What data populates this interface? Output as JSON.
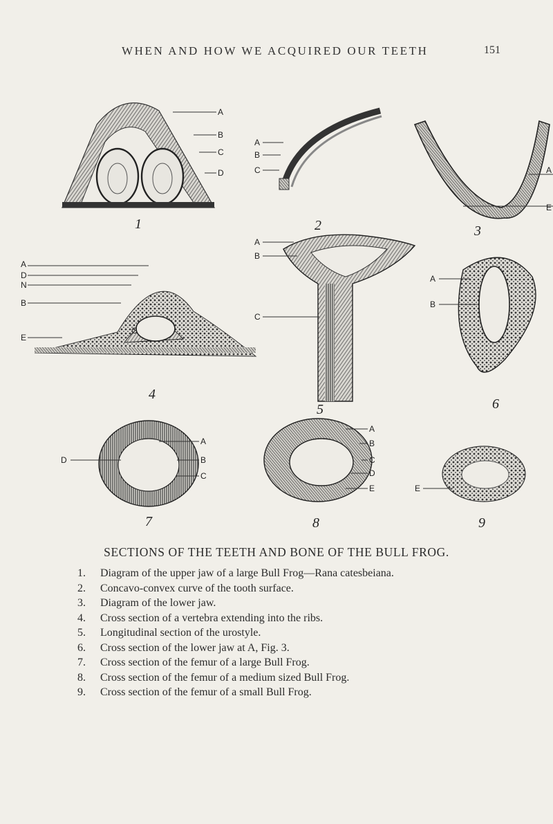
{
  "header": {
    "running_head": "WHEN AND HOW WE ACQUIRED OUR TEETH",
    "page_number": "151"
  },
  "plate": {
    "title": "SECTIONS OF THE TEETH AND BONE OF THE BULL FROG.",
    "figures": [
      {
        "number": "1",
        "labels": [
          "A",
          "B",
          "C",
          "D"
        ]
      },
      {
        "number": "2",
        "labels": [
          "A",
          "B",
          "C"
        ]
      },
      {
        "number": "3",
        "labels": [
          "A",
          "E"
        ]
      },
      {
        "number": "4",
        "labels": [
          "A",
          "D",
          "N",
          "B",
          "C",
          "E"
        ]
      },
      {
        "number": "5",
        "labels": [
          "A",
          "B",
          "C"
        ]
      },
      {
        "number": "6",
        "labels": [
          "A",
          "B"
        ]
      },
      {
        "number": "7",
        "labels": [
          "A",
          "B",
          "C",
          "D"
        ]
      },
      {
        "number": "8",
        "labels": [
          "A",
          "B",
          "C",
          "D",
          "E"
        ]
      },
      {
        "number": "9",
        "labels": [
          "E"
        ]
      }
    ]
  },
  "captions": [
    {
      "num": "1.",
      "text": "Diagram of the upper jaw of a large Bull Frog—Rana catesbeiana."
    },
    {
      "num": "2.",
      "text": "Concavo-convex curve of the tooth surface."
    },
    {
      "num": "3.",
      "text": "Diagram of the lower jaw."
    },
    {
      "num": "4.",
      "text": "Cross section of a vertebra extending into the ribs."
    },
    {
      "num": "5.",
      "text": "Longitudinal section of the urostyle."
    },
    {
      "num": "6.",
      "text": "Cross section of the lower jaw at A, Fig. 3."
    },
    {
      "num": "7.",
      "text": "Cross section of the femur of a large Bull Frog."
    },
    {
      "num": "8.",
      "text": "Cross section of the femur of a medium sized Bull Frog."
    },
    {
      "num": "9.",
      "text": "Cross section of the femur of a small Bull Frog."
    }
  ],
  "colors": {
    "paper": "#f1efe9",
    "ink": "#2a2a2a",
    "engraving_dark": "#3a3a3a",
    "engraving_light": "#bdbdbd"
  }
}
